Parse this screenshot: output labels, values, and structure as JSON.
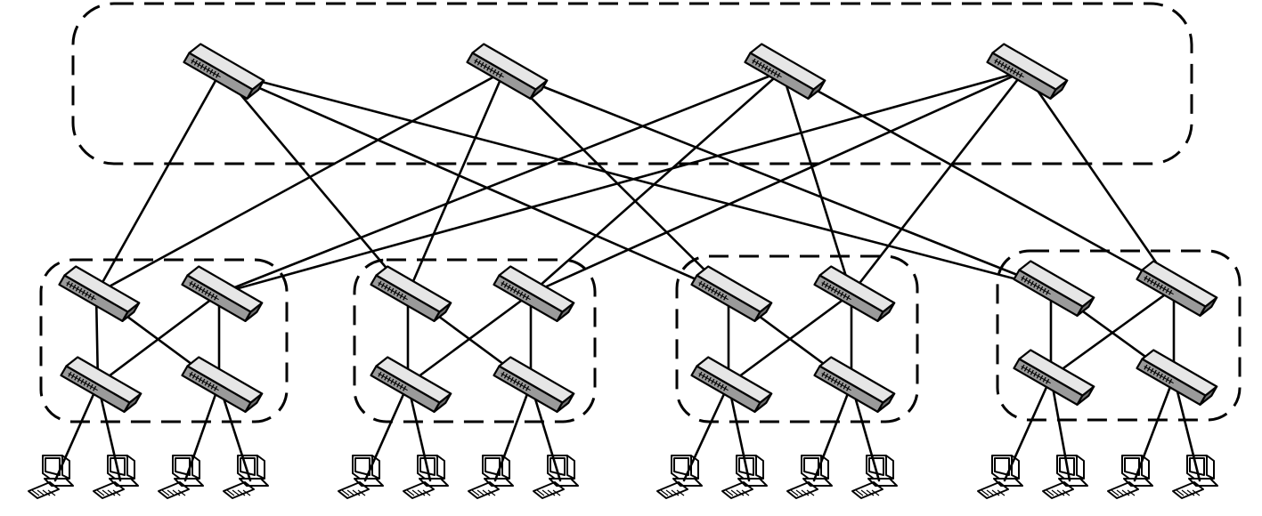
{
  "diagram": {
    "type": "fat-tree-network-topology",
    "icons": {
      "switch": "network-switch-icon",
      "host": "desktop-computer-icon"
    },
    "colors": {
      "stroke": "#000000",
      "switch_top": "#e6e6e6",
      "switch_side": "#9a9a9a",
      "background": "#ffffff"
    },
    "groups": [
      {
        "id": "core-layer",
        "label": ""
      },
      {
        "id": "pod-1",
        "label": ""
      },
      {
        "id": "pod-2",
        "label": ""
      },
      {
        "id": "pod-3",
        "label": ""
      },
      {
        "id": "pod-4",
        "label": ""
      }
    ],
    "nodes": [
      {
        "id": "core-1",
        "kind": "switch",
        "layer": "core"
      },
      {
        "id": "core-2",
        "kind": "switch",
        "layer": "core"
      },
      {
        "id": "core-3",
        "kind": "switch",
        "layer": "core"
      },
      {
        "id": "core-4",
        "kind": "switch",
        "layer": "core"
      },
      {
        "id": "agg-1-1",
        "kind": "switch",
        "layer": "aggregation",
        "pod": 1
      },
      {
        "id": "agg-1-2",
        "kind": "switch",
        "layer": "aggregation",
        "pod": 1
      },
      {
        "id": "agg-2-1",
        "kind": "switch",
        "layer": "aggregation",
        "pod": 2
      },
      {
        "id": "agg-2-2",
        "kind": "switch",
        "layer": "aggregation",
        "pod": 2
      },
      {
        "id": "agg-3-1",
        "kind": "switch",
        "layer": "aggregation",
        "pod": 3
      },
      {
        "id": "agg-3-2",
        "kind": "switch",
        "layer": "aggregation",
        "pod": 3
      },
      {
        "id": "agg-4-1",
        "kind": "switch",
        "layer": "aggregation",
        "pod": 4
      },
      {
        "id": "agg-4-2",
        "kind": "switch",
        "layer": "aggregation",
        "pod": 4
      },
      {
        "id": "edge-1-1",
        "kind": "switch",
        "layer": "edge",
        "pod": 1
      },
      {
        "id": "edge-1-2",
        "kind": "switch",
        "layer": "edge",
        "pod": 1
      },
      {
        "id": "edge-2-1",
        "kind": "switch",
        "layer": "edge",
        "pod": 2
      },
      {
        "id": "edge-2-2",
        "kind": "switch",
        "layer": "edge",
        "pod": 2
      },
      {
        "id": "edge-3-1",
        "kind": "switch",
        "layer": "edge",
        "pod": 3
      },
      {
        "id": "edge-3-2",
        "kind": "switch",
        "layer": "edge",
        "pod": 3
      },
      {
        "id": "edge-4-1",
        "kind": "switch",
        "layer": "edge",
        "pod": 4
      },
      {
        "id": "edge-4-2",
        "kind": "switch",
        "layer": "edge",
        "pod": 4
      },
      {
        "id": "host-1-1",
        "kind": "host",
        "pod": 1
      },
      {
        "id": "host-1-2",
        "kind": "host",
        "pod": 1
      },
      {
        "id": "host-1-3",
        "kind": "host",
        "pod": 1
      },
      {
        "id": "host-1-4",
        "kind": "host",
        "pod": 1
      },
      {
        "id": "host-2-1",
        "kind": "host",
        "pod": 2
      },
      {
        "id": "host-2-2",
        "kind": "host",
        "pod": 2
      },
      {
        "id": "host-2-3",
        "kind": "host",
        "pod": 2
      },
      {
        "id": "host-2-4",
        "kind": "host",
        "pod": 2
      },
      {
        "id": "host-3-1",
        "kind": "host",
        "pod": 3
      },
      {
        "id": "host-3-2",
        "kind": "host",
        "pod": 3
      },
      {
        "id": "host-3-3",
        "kind": "host",
        "pod": 3
      },
      {
        "id": "host-3-4",
        "kind": "host",
        "pod": 3
      },
      {
        "id": "host-4-1",
        "kind": "host",
        "pod": 4
      },
      {
        "id": "host-4-2",
        "kind": "host",
        "pod": 4
      },
      {
        "id": "host-4-3",
        "kind": "host",
        "pod": 4
      },
      {
        "id": "host-4-4",
        "kind": "host",
        "pod": 4
      }
    ],
    "links": [
      [
        "core-1",
        "agg-1-1"
      ],
      [
        "core-1",
        "agg-2-1"
      ],
      [
        "core-1",
        "agg-3-1"
      ],
      [
        "core-1",
        "agg-4-1"
      ],
      [
        "core-2",
        "agg-1-1"
      ],
      [
        "core-2",
        "agg-2-1"
      ],
      [
        "core-2",
        "agg-3-1"
      ],
      [
        "core-2",
        "agg-4-1"
      ],
      [
        "core-3",
        "agg-1-2"
      ],
      [
        "core-3",
        "agg-2-2"
      ],
      [
        "core-3",
        "agg-3-2"
      ],
      [
        "core-3",
        "agg-4-2"
      ],
      [
        "core-4",
        "agg-1-2"
      ],
      [
        "core-4",
        "agg-2-2"
      ],
      [
        "core-4",
        "agg-3-2"
      ],
      [
        "core-4",
        "agg-4-2"
      ],
      [
        "agg-1-1",
        "edge-1-1"
      ],
      [
        "agg-1-1",
        "edge-1-2"
      ],
      [
        "agg-1-2",
        "edge-1-1"
      ],
      [
        "agg-1-2",
        "edge-1-2"
      ],
      [
        "agg-2-1",
        "edge-2-1"
      ],
      [
        "agg-2-1",
        "edge-2-2"
      ],
      [
        "agg-2-2",
        "edge-2-1"
      ],
      [
        "agg-2-2",
        "edge-2-2"
      ],
      [
        "agg-3-1",
        "edge-3-1"
      ],
      [
        "agg-3-1",
        "edge-3-2"
      ],
      [
        "agg-3-2",
        "edge-3-1"
      ],
      [
        "agg-3-2",
        "edge-3-2"
      ],
      [
        "agg-4-1",
        "edge-4-1"
      ],
      [
        "agg-4-1",
        "edge-4-2"
      ],
      [
        "agg-4-2",
        "edge-4-1"
      ],
      [
        "agg-4-2",
        "edge-4-2"
      ],
      [
        "edge-1-1",
        "host-1-1"
      ],
      [
        "edge-1-1",
        "host-1-2"
      ],
      [
        "edge-1-2",
        "host-1-3"
      ],
      [
        "edge-1-2",
        "host-1-4"
      ],
      [
        "edge-2-1",
        "host-2-1"
      ],
      [
        "edge-2-1",
        "host-2-2"
      ],
      [
        "edge-2-2",
        "host-2-3"
      ],
      [
        "edge-2-2",
        "host-2-4"
      ],
      [
        "edge-3-1",
        "host-3-1"
      ],
      [
        "edge-3-1",
        "host-3-2"
      ],
      [
        "edge-3-2",
        "host-3-3"
      ],
      [
        "edge-3-2",
        "host-3-4"
      ],
      [
        "edge-4-1",
        "host-4-1"
      ],
      [
        "edge-4-1",
        "host-4-2"
      ],
      [
        "edge-4-2",
        "host-4-3"
      ],
      [
        "edge-4-2",
        "host-4-4"
      ]
    ]
  }
}
